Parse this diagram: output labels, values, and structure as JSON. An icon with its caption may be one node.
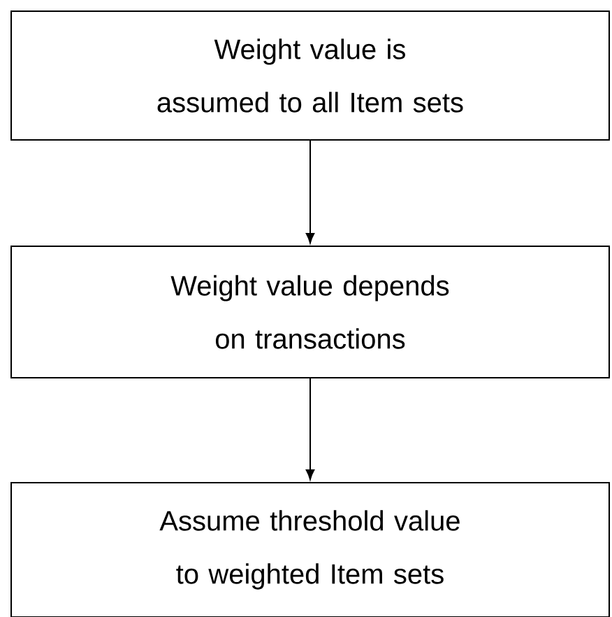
{
  "diagram": {
    "nodes": [
      {
        "text": [
          "Weight value is assumed to all Item sets"
        ]
      },
      {
        "text": [
          "Weight value depends on transactions"
        ]
      },
      {
        "text": [
          "Assume threshold value to weighted Item sets"
        ]
      }
    ],
    "edges": [
      {
        "from": 0,
        "to": 1,
        "arrow": "to"
      },
      {
        "from": 1,
        "to": 2,
        "arrow": "to"
      }
    ]
  }
}
